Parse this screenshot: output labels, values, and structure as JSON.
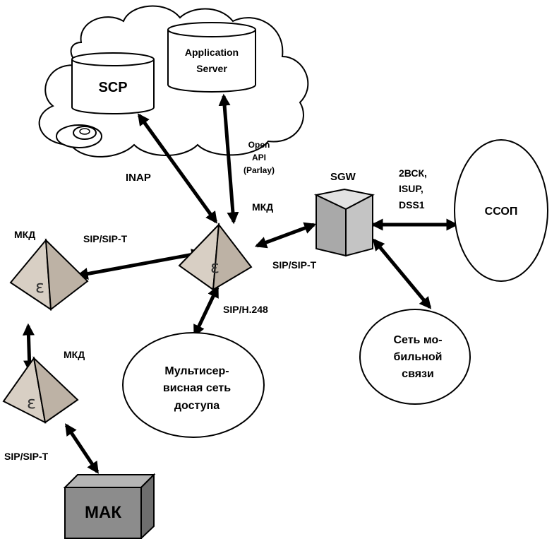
{
  "nodes": {
    "scp": "SCP",
    "app_server": [
      "Application",
      "Server"
    ],
    "sgw": "SGW",
    "ssop": "ССОП",
    "mobile": [
      "Сеть мо-",
      "бильной",
      "связи"
    ],
    "access": [
      "Мультисер-",
      "висная сеть",
      "доступа"
    ],
    "mak": "МАК"
  },
  "labels": {
    "inap": "INAP",
    "open_api": [
      "Open",
      "API",
      "(Parlay)"
    ],
    "sgw_signalling": [
      "2ВСК,",
      "ISUP,",
      "DSS1"
    ],
    "mkd_center": "МКД",
    "mkd_left_top": "МКД",
    "mkd_left_bottom": "МКД",
    "sip_t_center_left": "SIP/SIP-T",
    "sip_t_center_right": "SIP/SIP-T",
    "sip_h248": "SIP/H.248",
    "sip_t_bottom": "SIP/SIP-T"
  },
  "colors": {
    "pyramid_fill": "#d8cfc4",
    "pyramid_shade": "#bdb2a5",
    "sgw_fill": "#a9a9a9",
    "mak_fill": "#8c8c8c",
    "stroke": "#000000"
  }
}
